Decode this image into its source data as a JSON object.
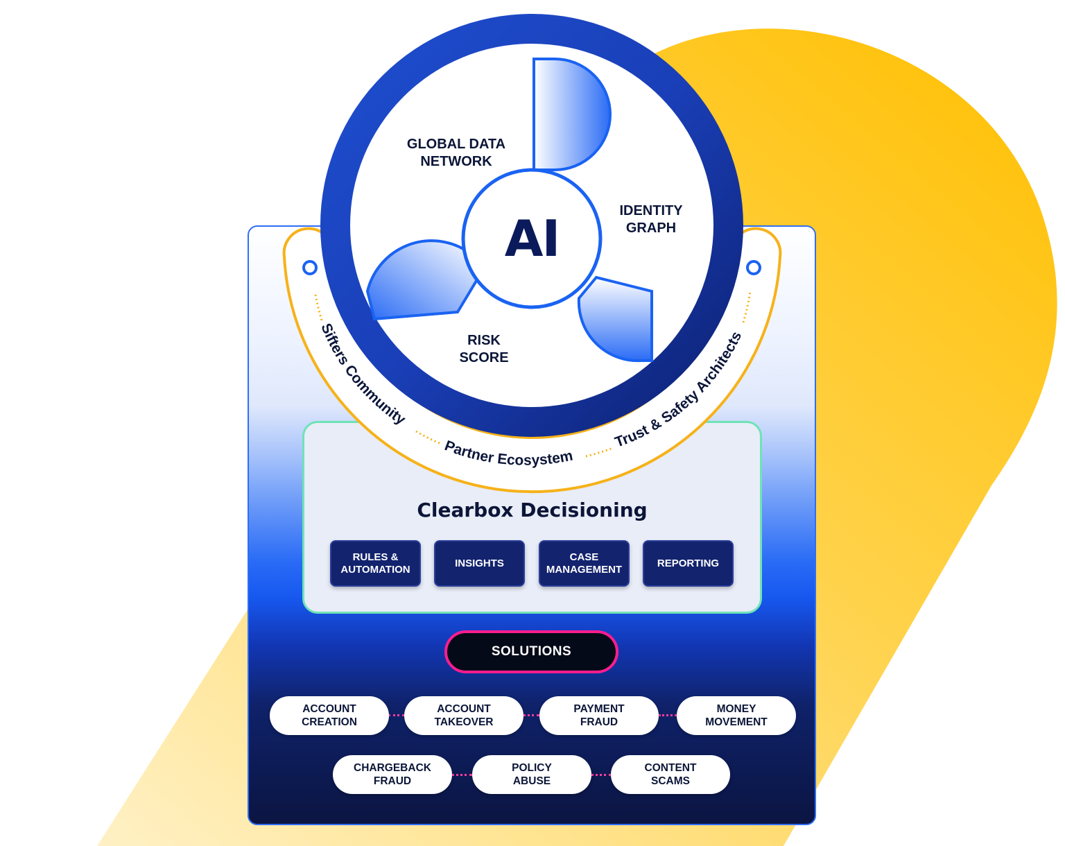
{
  "hub": {
    "center": "AI",
    "segments": [
      "GLOBAL DATA\nNETWORK",
      "IDENTITY\nGRAPH",
      "RISK\nSCORE"
    ]
  },
  "arc_labels": [
    "Sifters Community",
    "Partner Ecosystem",
    "Trust & Safety Architects"
  ],
  "decisioning": {
    "title": "Clearbox  Decisioning",
    "tools": [
      "RULES &\nAUTOMATION",
      "INSIGHTS",
      "CASE\nMANAGEMENT",
      "REPORTING"
    ]
  },
  "solutions": {
    "label": "SOLUTIONS",
    "row1": [
      "ACCOUNT\nCREATION",
      "ACCOUNT\nTAKEOVER",
      "PAYMENT\nFRAUD",
      "MONEY\nMOVEMENT"
    ],
    "row2": [
      "CHARGEBACK\nFRAUD",
      "POLICY\nABUSE",
      "CONTENT\nSCAMS"
    ]
  },
  "colors": {
    "accent_yellow": "#ffc20e",
    "primary_blue": "#1758f0",
    "navy": "#0b1542",
    "panel_border": "#6fe3b6",
    "solutions_border": "#ff1d8e"
  }
}
